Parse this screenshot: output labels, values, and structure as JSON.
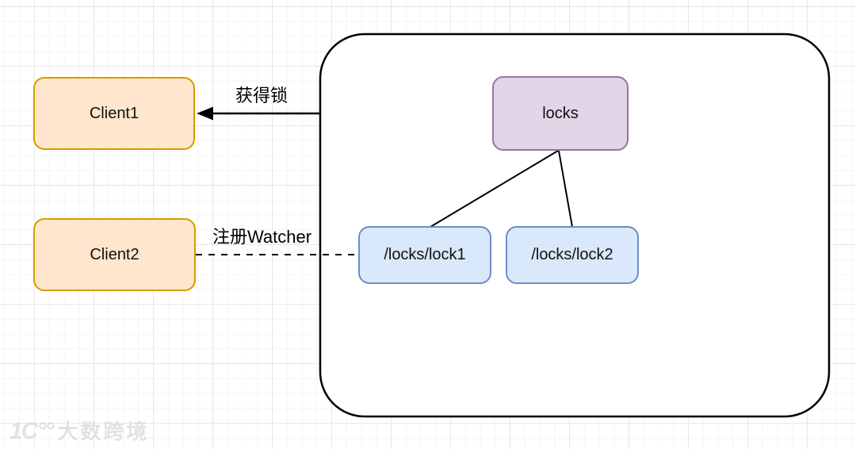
{
  "diagram": {
    "title_implicit": "zookeeper-distributed-lock",
    "nodes": {
      "client1": {
        "label": "Client1"
      },
      "client2": {
        "label": "Client2"
      },
      "locks_root": {
        "label": "locks"
      },
      "lock1": {
        "label": "/locks/lock1"
      },
      "lock2": {
        "label": "/locks/lock2"
      }
    },
    "edges": {
      "acquire_lock": {
        "label": "获得锁",
        "style": "solid-arrow",
        "from": "zk-container",
        "to": "client1"
      },
      "register_watcher": {
        "label": "注册Watcher",
        "style": "dashed",
        "from": "client2",
        "to": "lock1"
      },
      "tree_edge_1": {
        "label": "",
        "style": "solid",
        "from": "locks_root",
        "to": "lock1"
      },
      "tree_edge_2": {
        "label": "",
        "style": "solid",
        "from": "locks_root",
        "to": "lock2"
      }
    },
    "colors": {
      "client_fill": "#FFE6CC",
      "client_stroke": "#D79B00",
      "root_fill": "#E1D5E7",
      "root_stroke": "#9673A6",
      "child_fill": "#DAE8FC",
      "child_stroke": "#6C8EBF",
      "container_fill": "#FFFFFF",
      "container_stroke": "#000000",
      "edge_stroke": "#000000"
    }
  },
  "watermark": {
    "logo": "1C°°",
    "text": "大数跨境"
  }
}
